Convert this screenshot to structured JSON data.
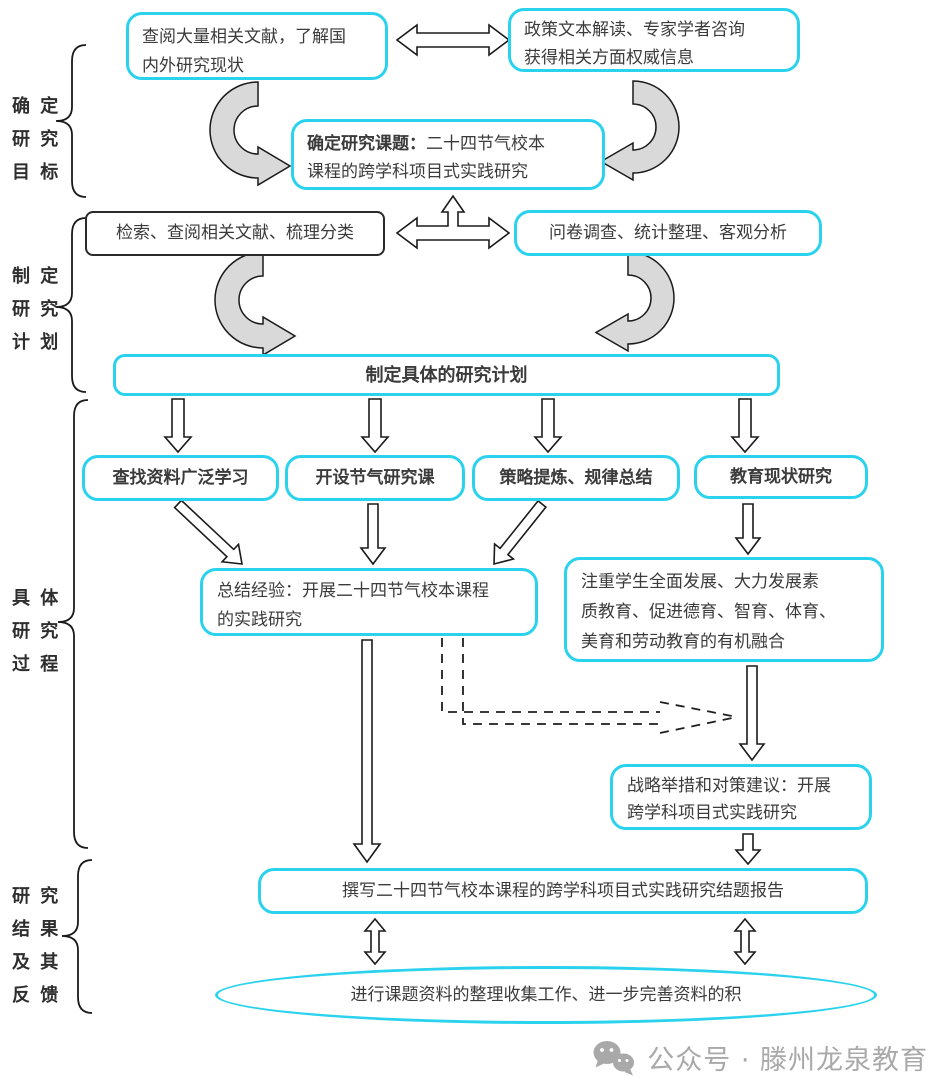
{
  "colors": {
    "box_border": "#2bd2ee",
    "black_box_border": "#2a2a2a",
    "curved_arrow_fill": "#d9d9d9",
    "block_arrow_fill": "#ffffff",
    "arrow_stroke": "#1b1b1b",
    "text": "#3b3b3b",
    "watermark_gray": "#a9a9a9"
  },
  "side_labels": [
    {
      "id": "goal",
      "text": "确 定\n研 究\n目 标"
    },
    {
      "id": "plan",
      "text": "制 定\n研 究\n计 划"
    },
    {
      "id": "process",
      "text": "具 体\n研 究\n过 程"
    },
    {
      "id": "feedback",
      "text": "研 究\n结 果\n及 其\n反 馈"
    }
  ],
  "boxes": {
    "literature": "查阅大量相关文献，了解国\n内外研究现状",
    "policy": "政策文本解读、专家学者咨询\n获得相关方面权威信息",
    "topic_label": "确定研究课题：",
    "topic_text": "二十四节气校本\n课程的跨学科项目式实践研究",
    "retrieval": "检索、查阅相关文献、梳理分类",
    "survey": "问卷调查、统计整理、客观分析",
    "plan_banner": "制定具体的研究计划",
    "branch1": "查找资料广泛学习",
    "branch2": "开设节气研究课",
    "branch3": "策略提炼、规律总结",
    "branch4": "教育现状研究",
    "summary": "总结经验：开展二十四节气校本课程\n的实践研究",
    "development": "注重学生全面发展、大力发展素\n质教育、促进德育、智育、体育、\n美育和劳动教育的有机融合",
    "strategy": "战略举措和对策建议：开展\n跨学科项目式实践研究",
    "report": "撰写二十四节气校本课程的跨学科项目式实践研究结题报告",
    "collection": "进行课题资料的整理收集工作、进一步完善资料的积"
  },
  "watermark": {
    "text": "公众号 · 滕州龙泉教育"
  }
}
